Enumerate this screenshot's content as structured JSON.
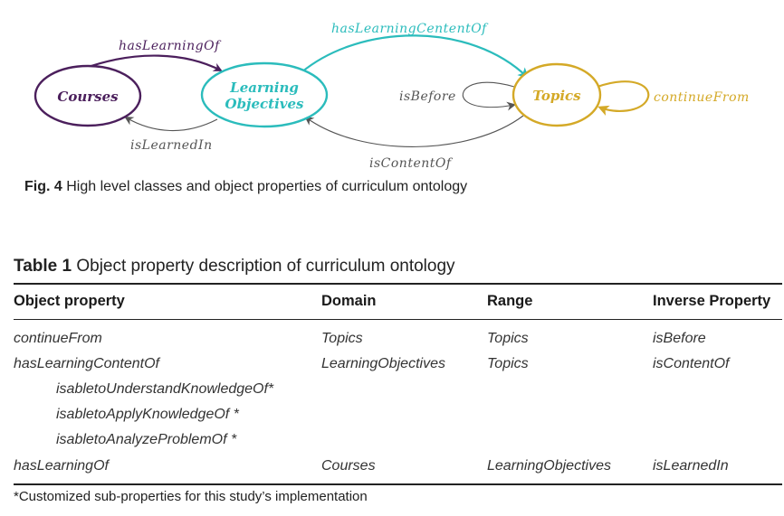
{
  "figure": {
    "nodes": {
      "courses": "Courses",
      "learning_objectives_line1": "Learning",
      "learning_objectives_line2": "Objectives",
      "topics": "Topics"
    },
    "edges": {
      "has_learning_of": "hasLearningOf",
      "has_learning_content_of": "hasLearningCententOf",
      "is_learned_in": "isLearnedIn",
      "is_before": "isBefore",
      "is_content_of": "isContentOf",
      "continue_from": "continueFrom"
    },
    "colors": {
      "courses": "#4b1f5c",
      "learning_objectives": "#2bbcbc",
      "topics": "#d4a927",
      "gray_edge": "#555555"
    },
    "caption_label": "Fig. 4",
    "caption_text": "High level classes and object properties of curriculum ontology"
  },
  "table": {
    "title_label": "Table 1",
    "title_text": "Object property description of curriculum ontology",
    "headers": [
      "Object property",
      "Domain",
      "Range",
      "Inverse Property"
    ],
    "rows": [
      {
        "property": "continueFrom",
        "domain": "Topics",
        "range": "Topics",
        "inverse": "isBefore"
      },
      {
        "property": "hasLearningContentOf",
        "domain": "LearningObjectives",
        "range": "Topics",
        "inverse": "isContentOf"
      },
      {
        "property": "isabletoUnderstandKnowledgeOf*",
        "domain": "",
        "range": "",
        "inverse": ""
      },
      {
        "property": "isabletoApplyKnowledgeOf *",
        "domain": "",
        "range": "",
        "inverse": ""
      },
      {
        "property": "isabletoAnalyzeProblemOf *",
        "domain": "",
        "range": "",
        "inverse": ""
      },
      {
        "property": "hasLearningOf",
        "domain": "Courses",
        "range": "LearningObjectives",
        "inverse": "isLearnedIn"
      }
    ],
    "footnote": "*Customized sub-properties for this study’s implementation"
  }
}
